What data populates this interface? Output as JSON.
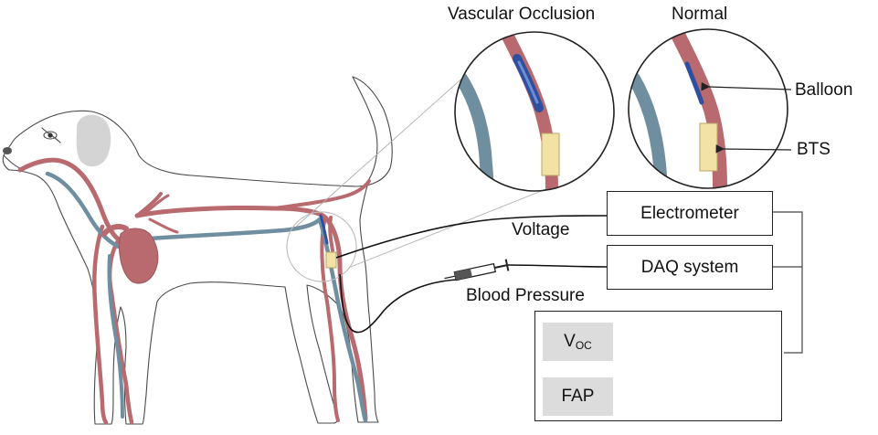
{
  "labels": {
    "vascular_occlusion": "Vascular Occlusion",
    "normal": "Normal",
    "balloon": "Balloon",
    "bts": "BTS",
    "voltage": "Voltage",
    "blood_pressure": "Blood Pressure"
  },
  "boxes": {
    "electrometer": "Electrometer",
    "daq": "DAQ system"
  },
  "signals": {
    "voc_main": "V",
    "voc_sub": "OC",
    "fap": "FAP"
  },
  "colors": {
    "artery": "#b86a6f",
    "vein": "#6f8ea0",
    "balloon": "#2f4f9f",
    "sensor": "#f3e2a6",
    "ear": "#d4d4d4",
    "voc_trace": "#4b5f8c",
    "fap_trace": "#a9b4c4"
  }
}
